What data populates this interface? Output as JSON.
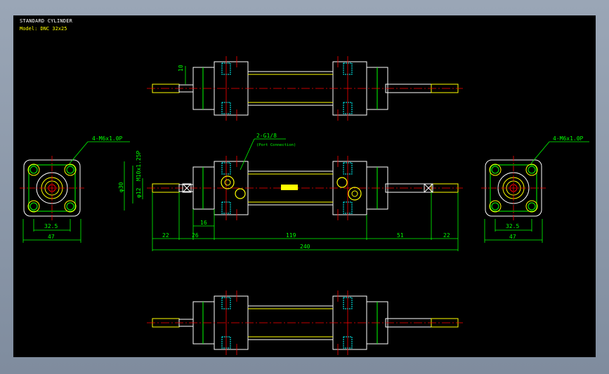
{
  "title": "STANDARD CYLINDER",
  "model": "Model: DNC 32x25",
  "colors": {
    "background": "#000000",
    "frame": "#8a97a8",
    "body": "#ffffff",
    "green": "#00ff00",
    "yellow": "#ffff00",
    "red": "#ff0000",
    "cyan": "#00ffff"
  },
  "annotations": {
    "mount_thread_left": "4-M6x1.0P",
    "mount_thread_right": "4-M6x1.0P",
    "port": "2-G1/8",
    "port_note": "(Port Connection)",
    "rod_thread": "M10x1.25P",
    "bore": "φ30",
    "rod_dia": "φ12",
    "top_dim": "10"
  },
  "dimensions": {
    "d22a": "22",
    "d26": "26",
    "d16": "16",
    "d119": "119",
    "d51": "51",
    "d22b": "22",
    "d240": "240",
    "left_flange_pitch": "32.5",
    "left_flange_width": "47",
    "right_flange_pitch": "32.5",
    "right_flange_width": "47"
  }
}
